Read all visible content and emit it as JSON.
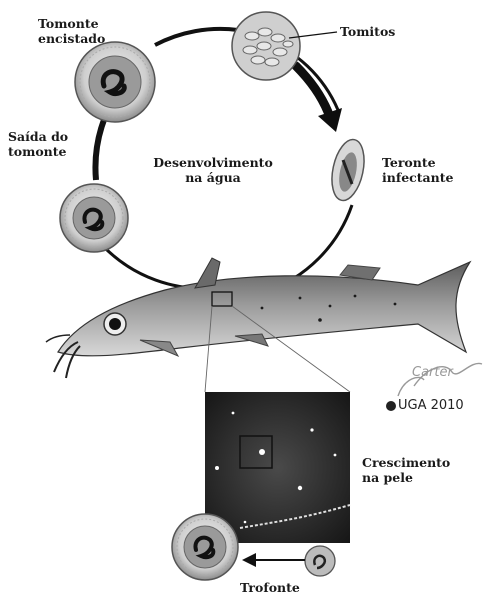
{
  "labels": {
    "tomonte_encistado_1": "Tomonte",
    "tomonte_encistado_2": "encistado",
    "tomitos": "Tomitos",
    "teronte_1": "Teronte",
    "teronte_2": "infectante",
    "saida_1": "Saída do",
    "saida_2": "tomonte",
    "desenvolvimento_1": "Desenvolvimento",
    "desenvolvimento_2": "na água",
    "crescimento_1": "Crescimento",
    "crescimento_2": "na pele",
    "trofonte": "Trofonte"
  },
  "credit": {
    "signature": "Carter",
    "copyright": "UGA 2010"
  }
}
